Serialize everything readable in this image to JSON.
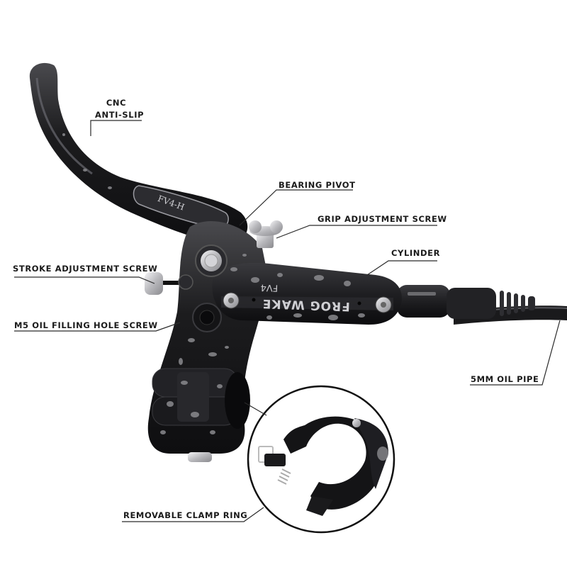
{
  "product": {
    "brand_text": "FROG WAKE",
    "model_text": "FV4",
    "lever_badge": "FV4-H",
    "colors": {
      "body": "#1c1c1e",
      "body_highlight": "#4a4a4e",
      "splatter": "#8a8a8e",
      "metal": "#d8d8dc",
      "callout_line": "#2a2a2a",
      "background": "#ffffff"
    }
  },
  "callouts": [
    {
      "id": "cnc",
      "line1": "CNC",
      "line2": "ANTI-SLIP"
    },
    {
      "id": "bearing",
      "text": "BEARING PIVOT"
    },
    {
      "id": "grip",
      "text": "GRIP ADJUSTMENT SCREW"
    },
    {
      "id": "cylinder",
      "text": "CYLINDER"
    },
    {
      "id": "stroke",
      "text": "STROKE ADJUSTMENT SCREW"
    },
    {
      "id": "m5",
      "text": "M5 OIL FILLING HOLE SCREW"
    },
    {
      "id": "pipe",
      "text": "5MM OIL PIPE"
    },
    {
      "id": "clamp",
      "text": "REMOVABLE CLAMP RING"
    }
  ]
}
